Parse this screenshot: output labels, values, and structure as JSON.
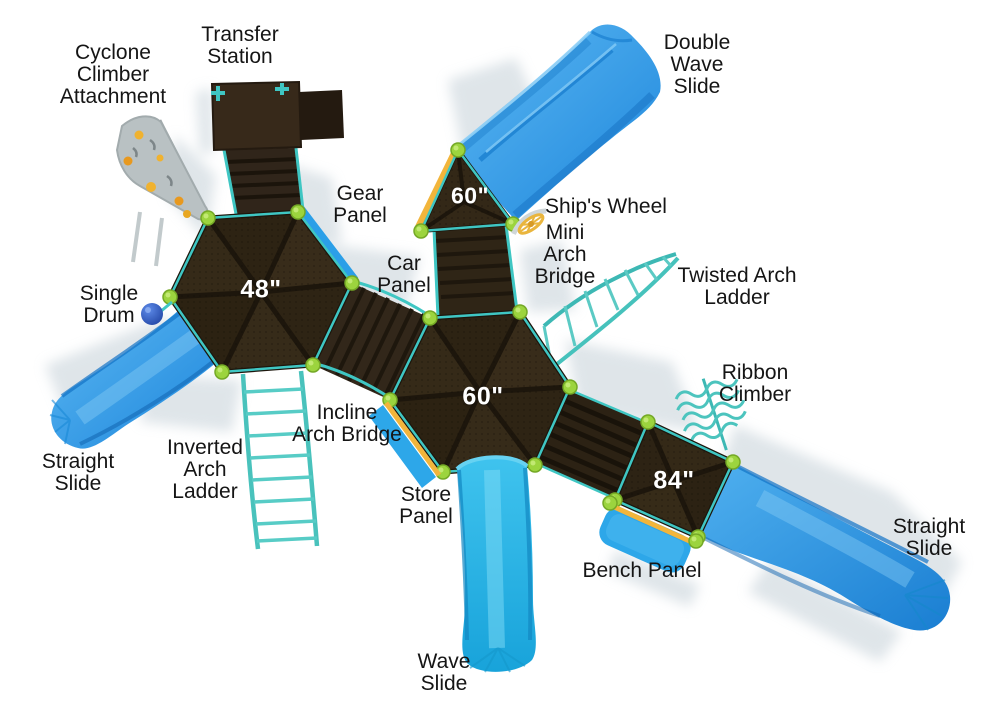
{
  "labels": {
    "cyclone_climber": "Cyclone\nClimber\nAttachment",
    "transfer_station": "Transfer\nStation",
    "double_wave_slide": "Double\nWave\nSlide",
    "gear_panel": "Gear\nPanel",
    "ships_wheel": "Ship's Wheel",
    "mini_arch_bridge": "Mini\nArch\nBridge",
    "twisted_arch_ladder": "Twisted Arch\nLadder",
    "car_panel": "Car\nPanel",
    "single_drum": "Single\nDrum",
    "ribbon_climber": "Ribbon\nClimber",
    "incline_arch_bridge": "Incline\nArch Bridge",
    "straight_slide_left": "Straight\nSlide",
    "inverted_arch_ladder": "Inverted\nArch\nLadder",
    "store_panel": "Store\nPanel",
    "bench_panel": "Bench Panel",
    "straight_slide_right": "Straight\nSlide",
    "wave_slide": "Wave\nSlide"
  },
  "deck_sizes": {
    "deck_48": "48\"",
    "deck_60_top": "60\"",
    "deck_60_center": "60\"",
    "deck_84": "84\""
  },
  "colors": {
    "deck_brown": "#312616",
    "slide_blue": "#2797e8",
    "wave_cyan": "#29b5ea",
    "rail_teal": "#3fc6c3",
    "connector_green": "#9cd43e",
    "accent_yellow": "#f2b53b",
    "climber_gray": "#b9c1c3",
    "shadow_gray": "#c5d0d8",
    "label_text": "#151515",
    "deck_text": "#ffffff"
  }
}
